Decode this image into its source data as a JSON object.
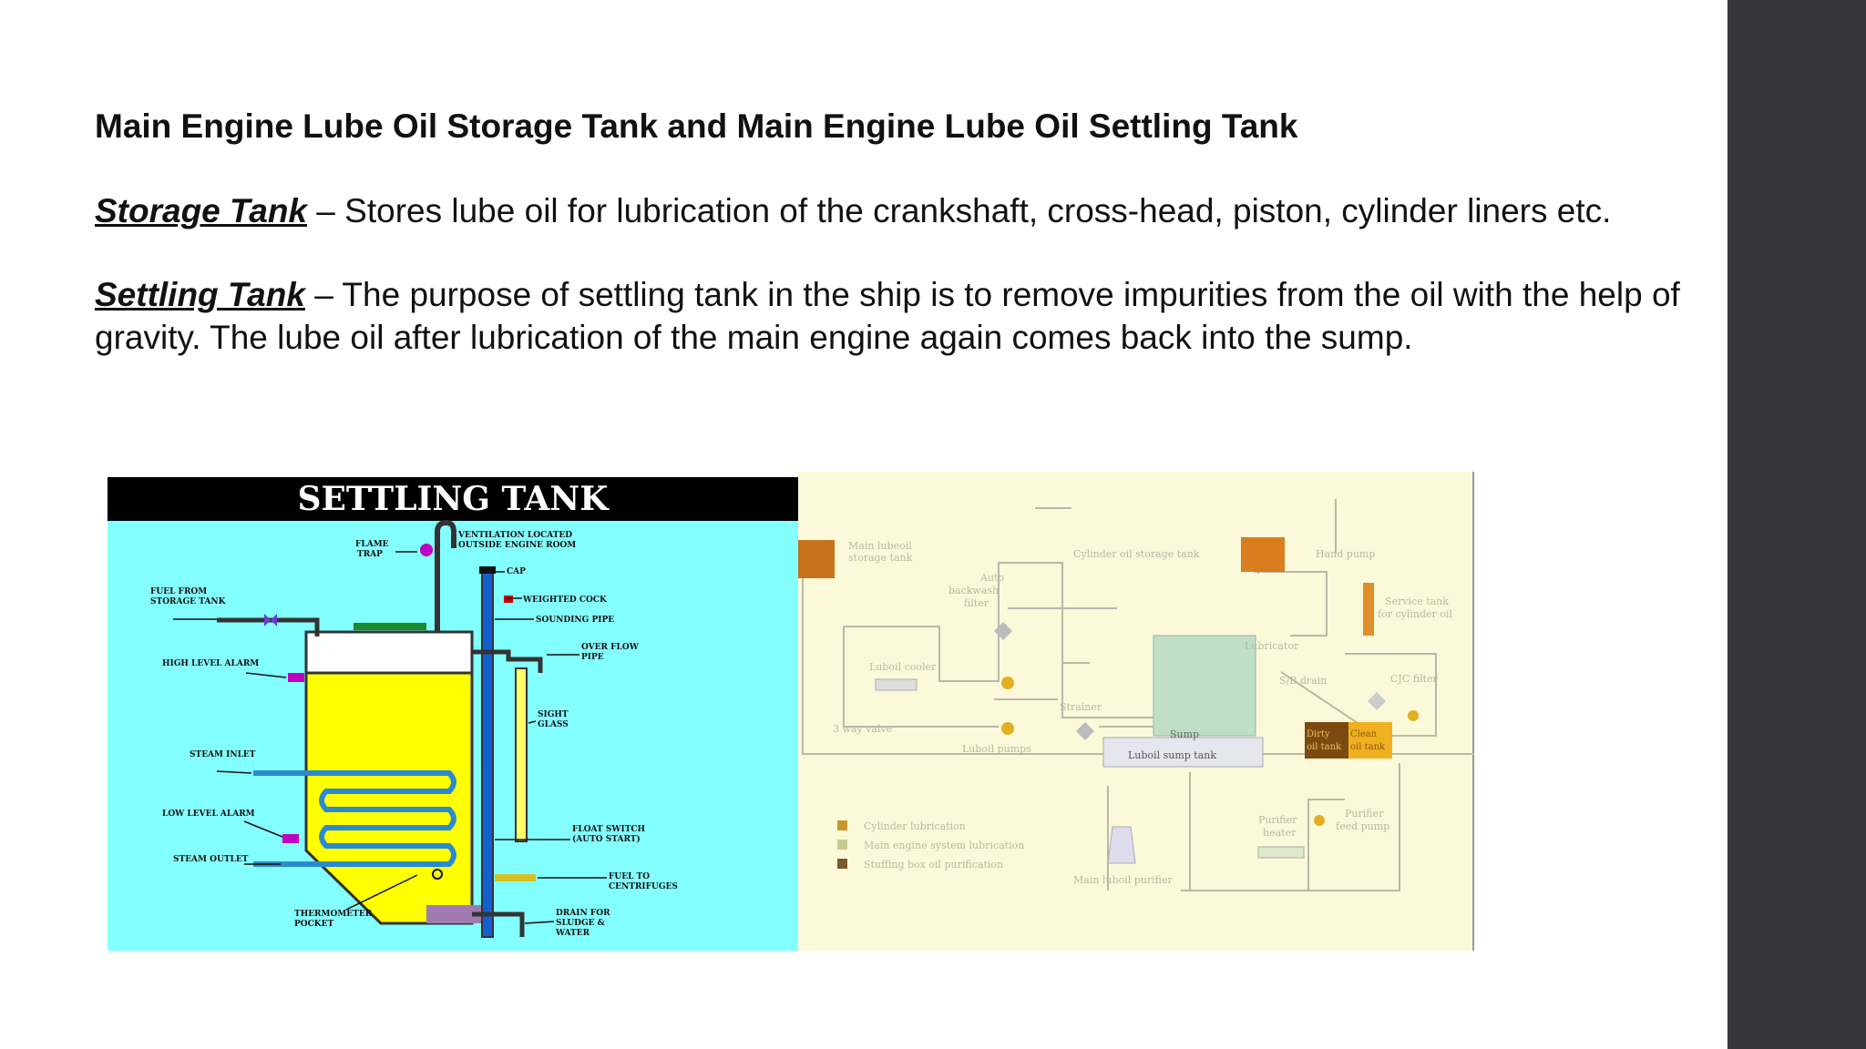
{
  "slide": {
    "title": "Main Engine Lube Oil Storage Tank and Main Engine Lube Oil Settling Tank",
    "storage": {
      "term": "Storage Tank",
      "text": " – Stores lube oil for lubrication of the crankshaft, cross-head, piston, cylinder liners etc."
    },
    "settling": {
      "term": "Settling Tank",
      "text": " – The purpose of settling tank in the ship is to remove impurities from the oil with the help of gravity. The lube oil after lubrication of the main engine again comes back into the sump."
    }
  },
  "settling_diagram": {
    "title": "SETTLING TANK",
    "labels": {
      "flame_trap_1": "FLAME",
      "flame_trap_2": "TRAP",
      "vent_1": "VENTILATION LOCATED",
      "vent_2": "OUTSIDE ENGINE ROOM",
      "cap": "CAP",
      "fuel_from_1": "FUEL FROM",
      "fuel_from_2": "STORAGE TANK",
      "weighted_cock": "WEIGHTED COCK",
      "sounding_pipe": "SOUNDING PIPE",
      "over_flow_1": "OVER FLOW",
      "over_flow_2": "PIPE",
      "high_level_alarm": "HIGH LEVEL ALARM",
      "sight_glass_1": "SIGHT",
      "sight_glass_2": "GLASS",
      "steam_inlet": "STEAM INLET",
      "low_level_alarm": "LOW LEVEL ALARM",
      "float_switch_1": "FLOAT SWITCH",
      "float_switch_2": "(AUTO START)",
      "steam_outlet": "STEAM OUTLET",
      "fuel_to_1": "FUEL TO",
      "fuel_to_2": "CENTRIFUGES",
      "thermometer_1": "THERMOMETER",
      "thermometer_2": "POCKET",
      "drain_1": "DRAIN FOR",
      "drain_2": "SLUDGE &",
      "drain_3": "WATER"
    }
  },
  "lube_diagram": {
    "labels": {
      "storage_1": "Main lubeoil",
      "storage_2": "storage tank",
      "cyl_storage": "Cylinder oil storage tank",
      "hand_pump": "Hand pump",
      "service_1": "Service tank",
      "service_2": "for cylinder oil",
      "backwash_1": "Auto",
      "backwash_2": "backwash",
      "backwash_3": "filter",
      "lubricator": "Lubricator",
      "cooler": "Luboil cooler",
      "sb_drain": "S/B drain",
      "cjc": "CJC filter",
      "strainer": "Strainer",
      "valve": "3 way valve",
      "pumps": "Luboil pumps",
      "sump": "Sump",
      "sump_tank": "Luboil sump tank",
      "dirty_1": "Dirty",
      "dirty_2": "oil tank",
      "clean_1": "Clean",
      "clean_2": "oil tank",
      "purifier_heater_1": "Purifier",
      "purifier_heater_2": "heater",
      "feed_1": "Purifier",
      "feed_2": "feed pump",
      "legend_1": "Cylinder lubrication",
      "legend_2": "Main engine system lubrication",
      "legend_3": "Stuffing box oil purification",
      "purifier": "Main luboil purifier"
    },
    "legend_colors": [
      "#c8982e",
      "#c9cb8e",
      "#7a5a2a"
    ]
  }
}
